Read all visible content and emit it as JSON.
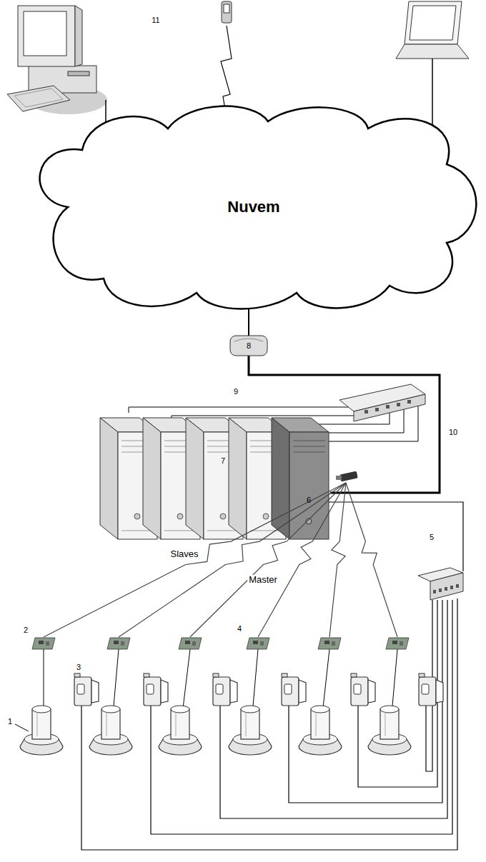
{
  "diagram": {
    "nodes": [
      {
        "text": [
          "Nuvem"
        ]
      }
    ],
    "labels": [
      "11",
      "8",
      "9",
      "10",
      "7",
      "6",
      "Slaves",
      "Master",
      "5",
      "4",
      "2",
      "3",
      "1"
    ]
  }
}
